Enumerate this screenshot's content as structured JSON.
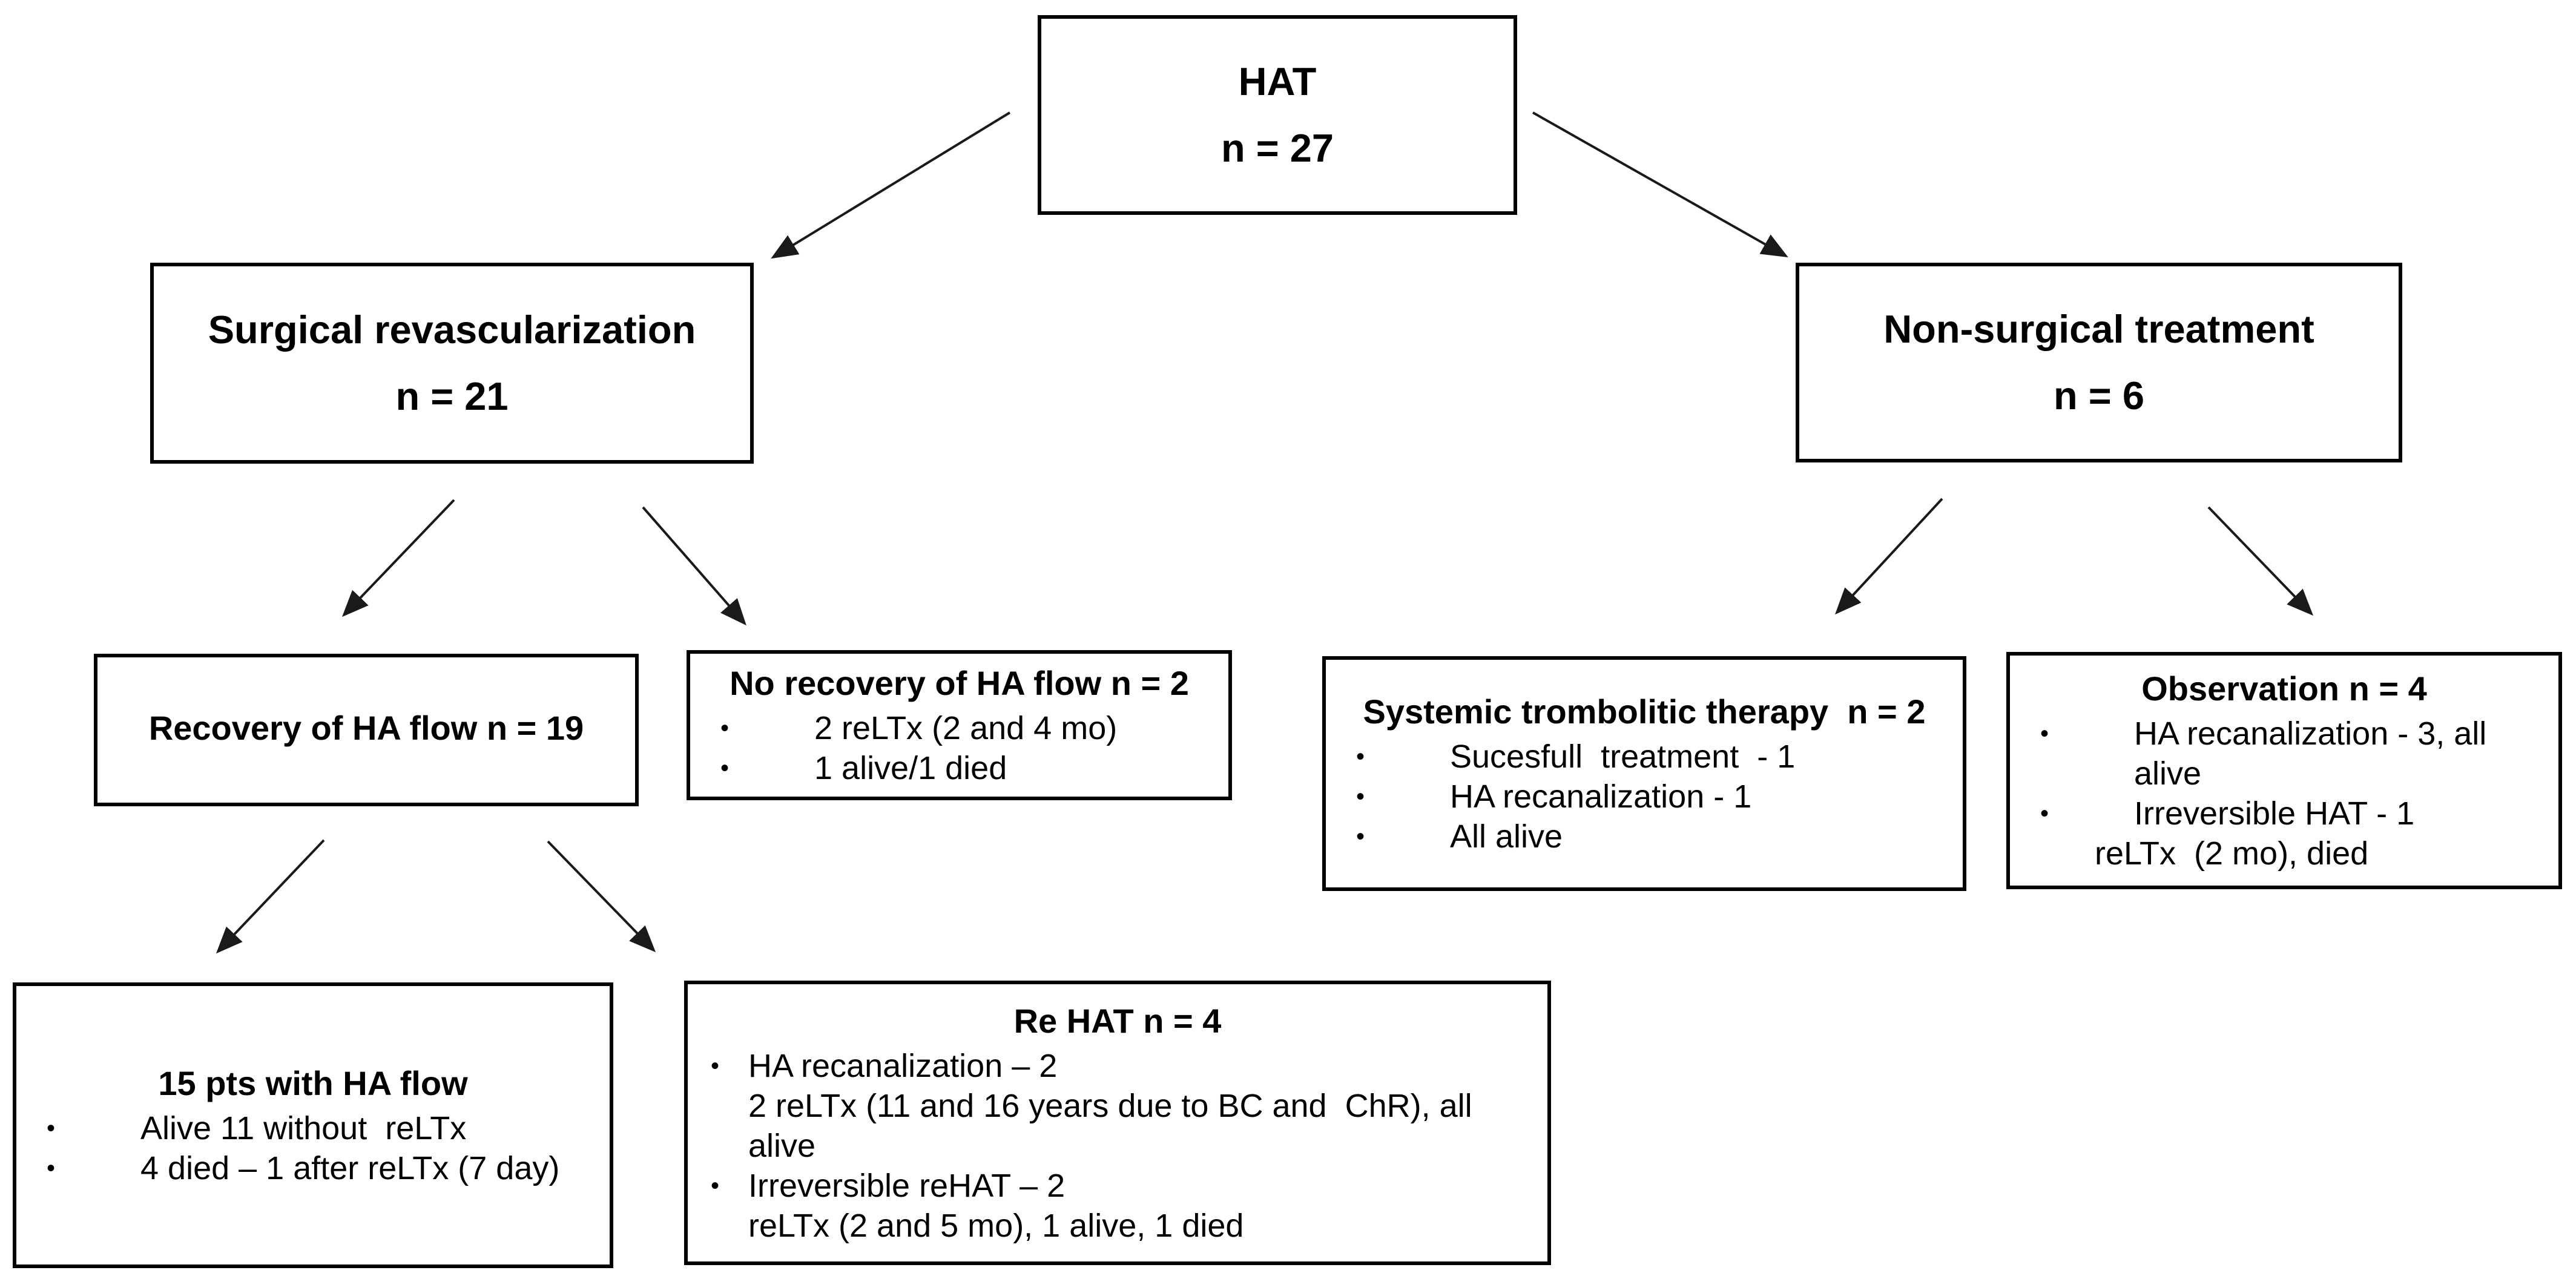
{
  "ui": {
    "bullet_char": "•"
  },
  "colors": {
    "background": "#ffffff",
    "box_border": "#000000",
    "text": "#000000",
    "arrow": "#1a1a1a"
  },
  "nodes": {
    "hat": {
      "line1": "HAT",
      "line2": "n = 27"
    },
    "surgical": {
      "line1": "Surgical revascularization",
      "line2": "n = 21"
    },
    "non_surgical": {
      "line1": "Non-surgical treatment",
      "line2": "n = 6"
    },
    "recovery": {
      "title": "Recovery of HA flow n = 19"
    },
    "no_recovery": {
      "title": "No recovery of HA flow n = 2",
      "bullets": [
        "2 reLTx (2 and 4 mo)",
        "1 alive/1 died"
      ]
    },
    "systemic": {
      "title": "Systemic trombolitic therapy  n = 2",
      "bullets": [
        "Sucesfull  treatment  - 1",
        "HA recanalization - 1",
        "All alive"
      ]
    },
    "observation": {
      "title": "Observation n = 4",
      "bullets": [
        "HA recanalization - 3, all alive",
        "Irreversible HAT - 1"
      ],
      "continuation": "reLTx  (2 mo), died"
    },
    "pts_with_ha_flow": {
      "title": "15 pts with HA flow",
      "bullets": [
        "Alive 11 without  reLTx",
        "4 died – 1 after reLTx (7 day)"
      ]
    },
    "re_hat": {
      "title": "Re HAT n = 4",
      "bullets": [
        {
          "text": "HA recanalization – 2",
          "sub": "2 reLTx (11 and 16 years due to BC and  ChR), all alive"
        },
        {
          "text": "Irreversible reHAT – 2",
          "sub": "reLTx (2 and 5 mo), 1 alive, 1 died"
        }
      ]
    }
  }
}
